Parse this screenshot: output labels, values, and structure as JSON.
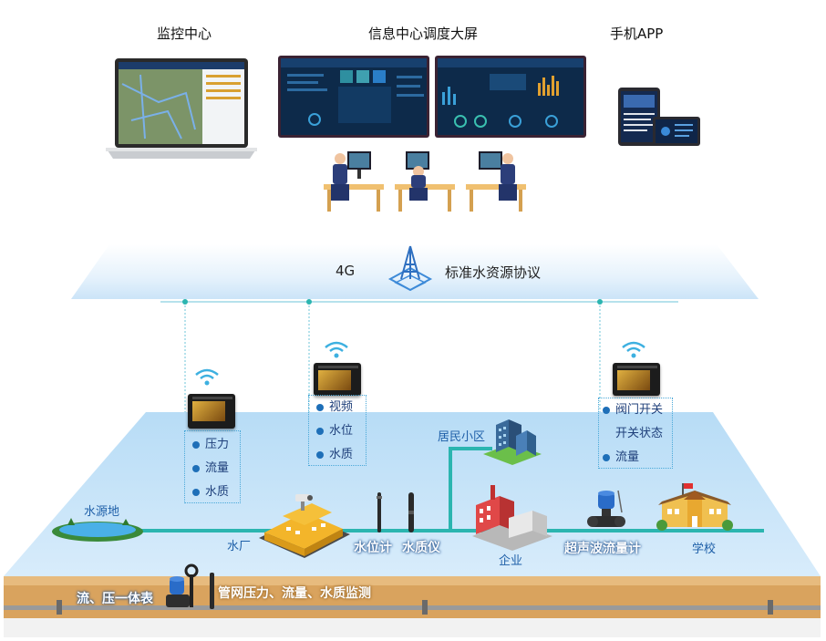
{
  "top": {
    "monitor_center": "监控中心",
    "big_screen": "信息中心调度大屏",
    "mobile_app": "手机APP"
  },
  "network": {
    "left_label": "4G",
    "protocol_label": "标准水资源协议"
  },
  "devices": {
    "device1": [
      "压力",
      "流量",
      "水质"
    ],
    "device2": [
      "视频",
      "水位",
      "水质"
    ],
    "device3_line1": "阀门开关",
    "device3_line2": "开关状态",
    "device3_line3": "流量"
  },
  "scene": {
    "water_source": "水源地",
    "water_plant": "水厂",
    "level_meter": "水位计",
    "quality_meter": "水质仪",
    "residential": "居民小区",
    "enterprise": "企业",
    "ultrasonic": "超声波流量计",
    "school": "学校",
    "flow_pressure": "流、压一体表",
    "pipe_monitor": "管网压力、流量、水质监测"
  },
  "colors": {
    "water_plane": "#cfe8fb",
    "pipe": "#2bb5b0",
    "ground": "#d9a35e"
  }
}
